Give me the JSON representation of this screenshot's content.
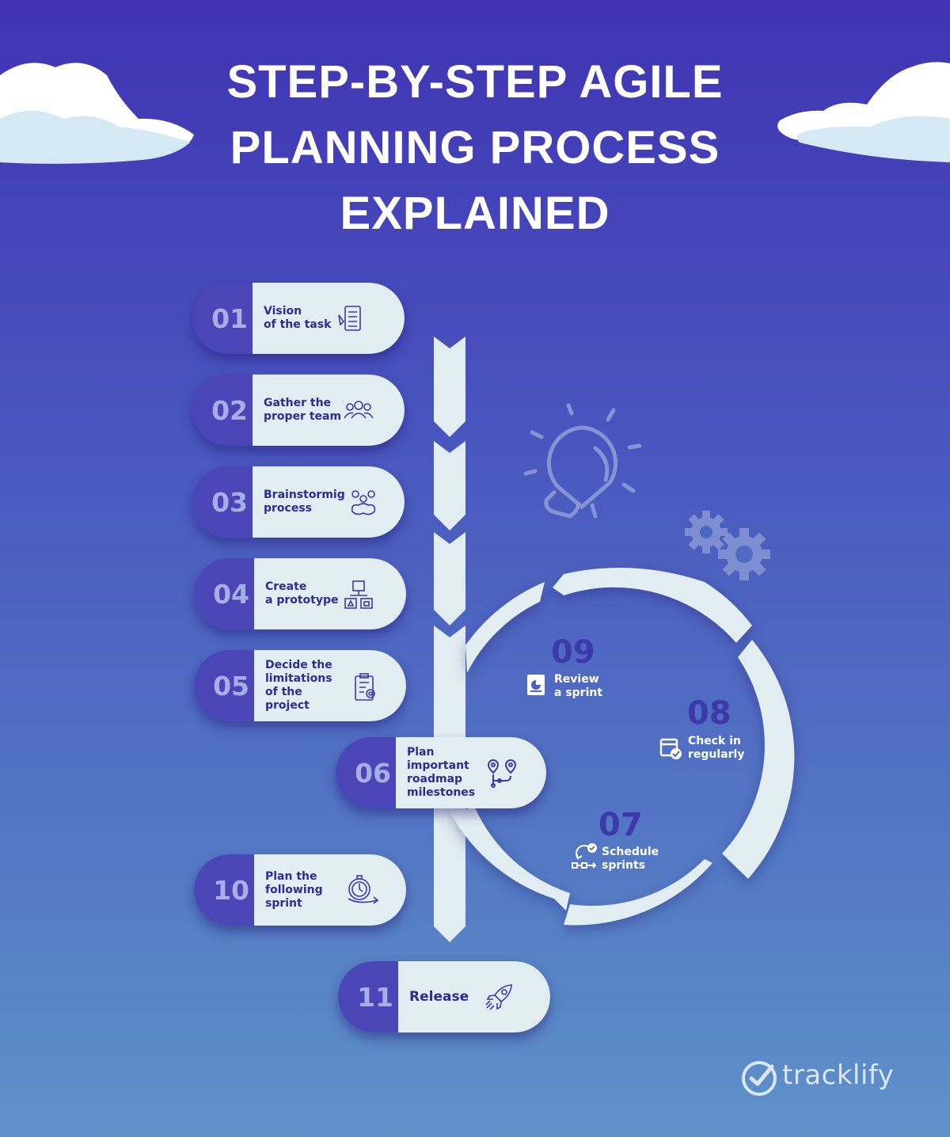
{
  "title_lines": [
    "STEP-BY-STEP AGILE",
    "PLANNING PROCESS",
    "EXPLAINED"
  ],
  "steps": [
    {
      "num": "01",
      "label": "Vision\nof the task",
      "icon": "checklist-icon"
    },
    {
      "num": "02",
      "label": "Gather the\nproper team",
      "icon": "team-icon"
    },
    {
      "num": "03",
      "label": "Brainstormig\nprocess",
      "icon": "brain-gears-icon"
    },
    {
      "num": "04",
      "label": "Create\na prototype",
      "icon": "blocks-icon"
    },
    {
      "num": "05",
      "label": "Decide the\nlimitations\nof the project",
      "icon": "clipboard-gear-icon"
    },
    {
      "num": "06",
      "label": "Plan\nimportant\nroadmap\nmilestones",
      "icon": "roadmap-icon"
    },
    {
      "num": "10",
      "label": "Plan the\nfollowing\nsprint",
      "icon": "stopwatch-icon"
    },
    {
      "num": "11",
      "label": "Release",
      "icon": "rocket-icon"
    }
  ],
  "cycle": [
    {
      "num": "07",
      "label": "Schedule\nsprints",
      "icon": "schedule-icon"
    },
    {
      "num": "08",
      "label": "Check in\nregularly",
      "icon": "calendar-check-icon"
    },
    {
      "num": "09",
      "label": "Review\na sprint",
      "icon": "report-icon"
    }
  ],
  "brand": "tracklify",
  "colors": {
    "panel": "#e2edf1",
    "number_tab": "#4a46b8",
    "text": "#2d2c93"
  }
}
